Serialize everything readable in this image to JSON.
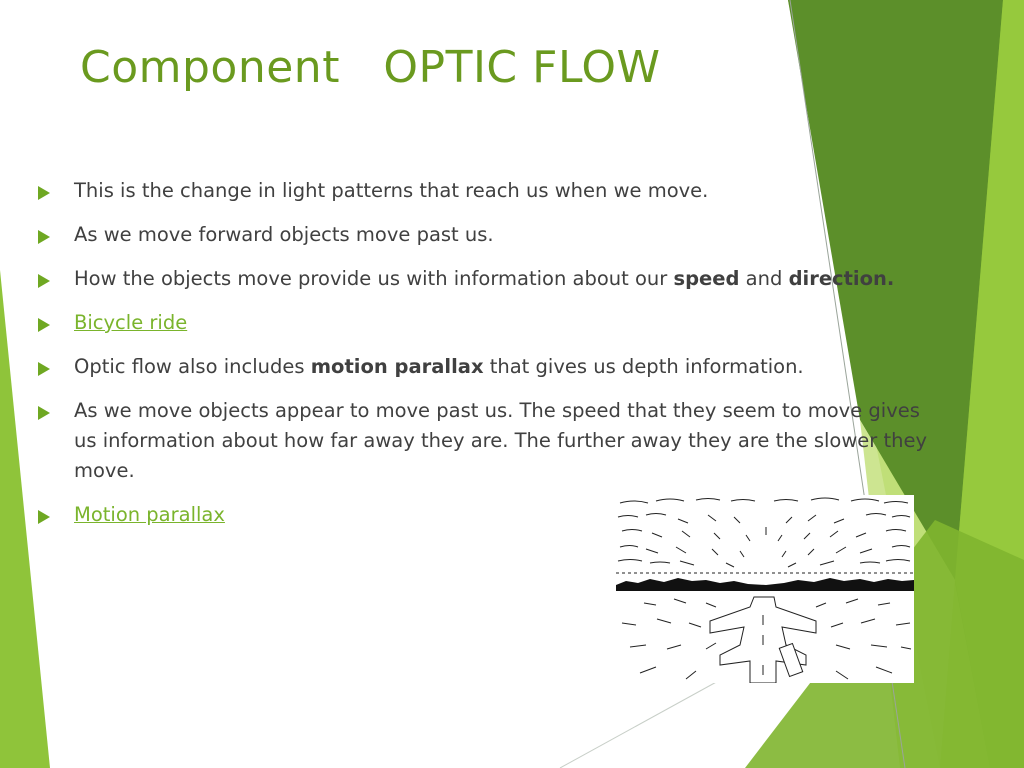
{
  "slide": {
    "title": "Component   OPTIC FLOW",
    "bullets": [
      {
        "text": "This is the change in light patterns that reach us when we move."
      },
      {
        "text": "As we move forward objects move past us."
      },
      {
        "pre": "How the objects move provide us with information about our ",
        "bold1": "speed",
        "mid": " and ",
        "bold2": "direction."
      },
      {
        "link": "Bicycle ride"
      },
      {
        "pre": "Optic flow also includes ",
        "bold": "motion parallax",
        "post": " that gives us depth information."
      },
      {
        "text": "As we move objects appear to move past us.  The speed that they seem to move gives us information about how far away they are. The further away they are the slower they move."
      },
      {
        "link": "Motion parallax"
      }
    ]
  },
  "theme": {
    "title_color": "#6a9a1f",
    "bullet_color": "#6fa822",
    "link_color": "#7ab42c",
    "text_color": "#404040",
    "decor_greens": [
      "#5c8f2a",
      "#7fb52f",
      "#96c93d",
      "#c4e07e",
      "#a9d356"
    ]
  },
  "image": {
    "icon": "optic-flow-sketch-icon"
  }
}
